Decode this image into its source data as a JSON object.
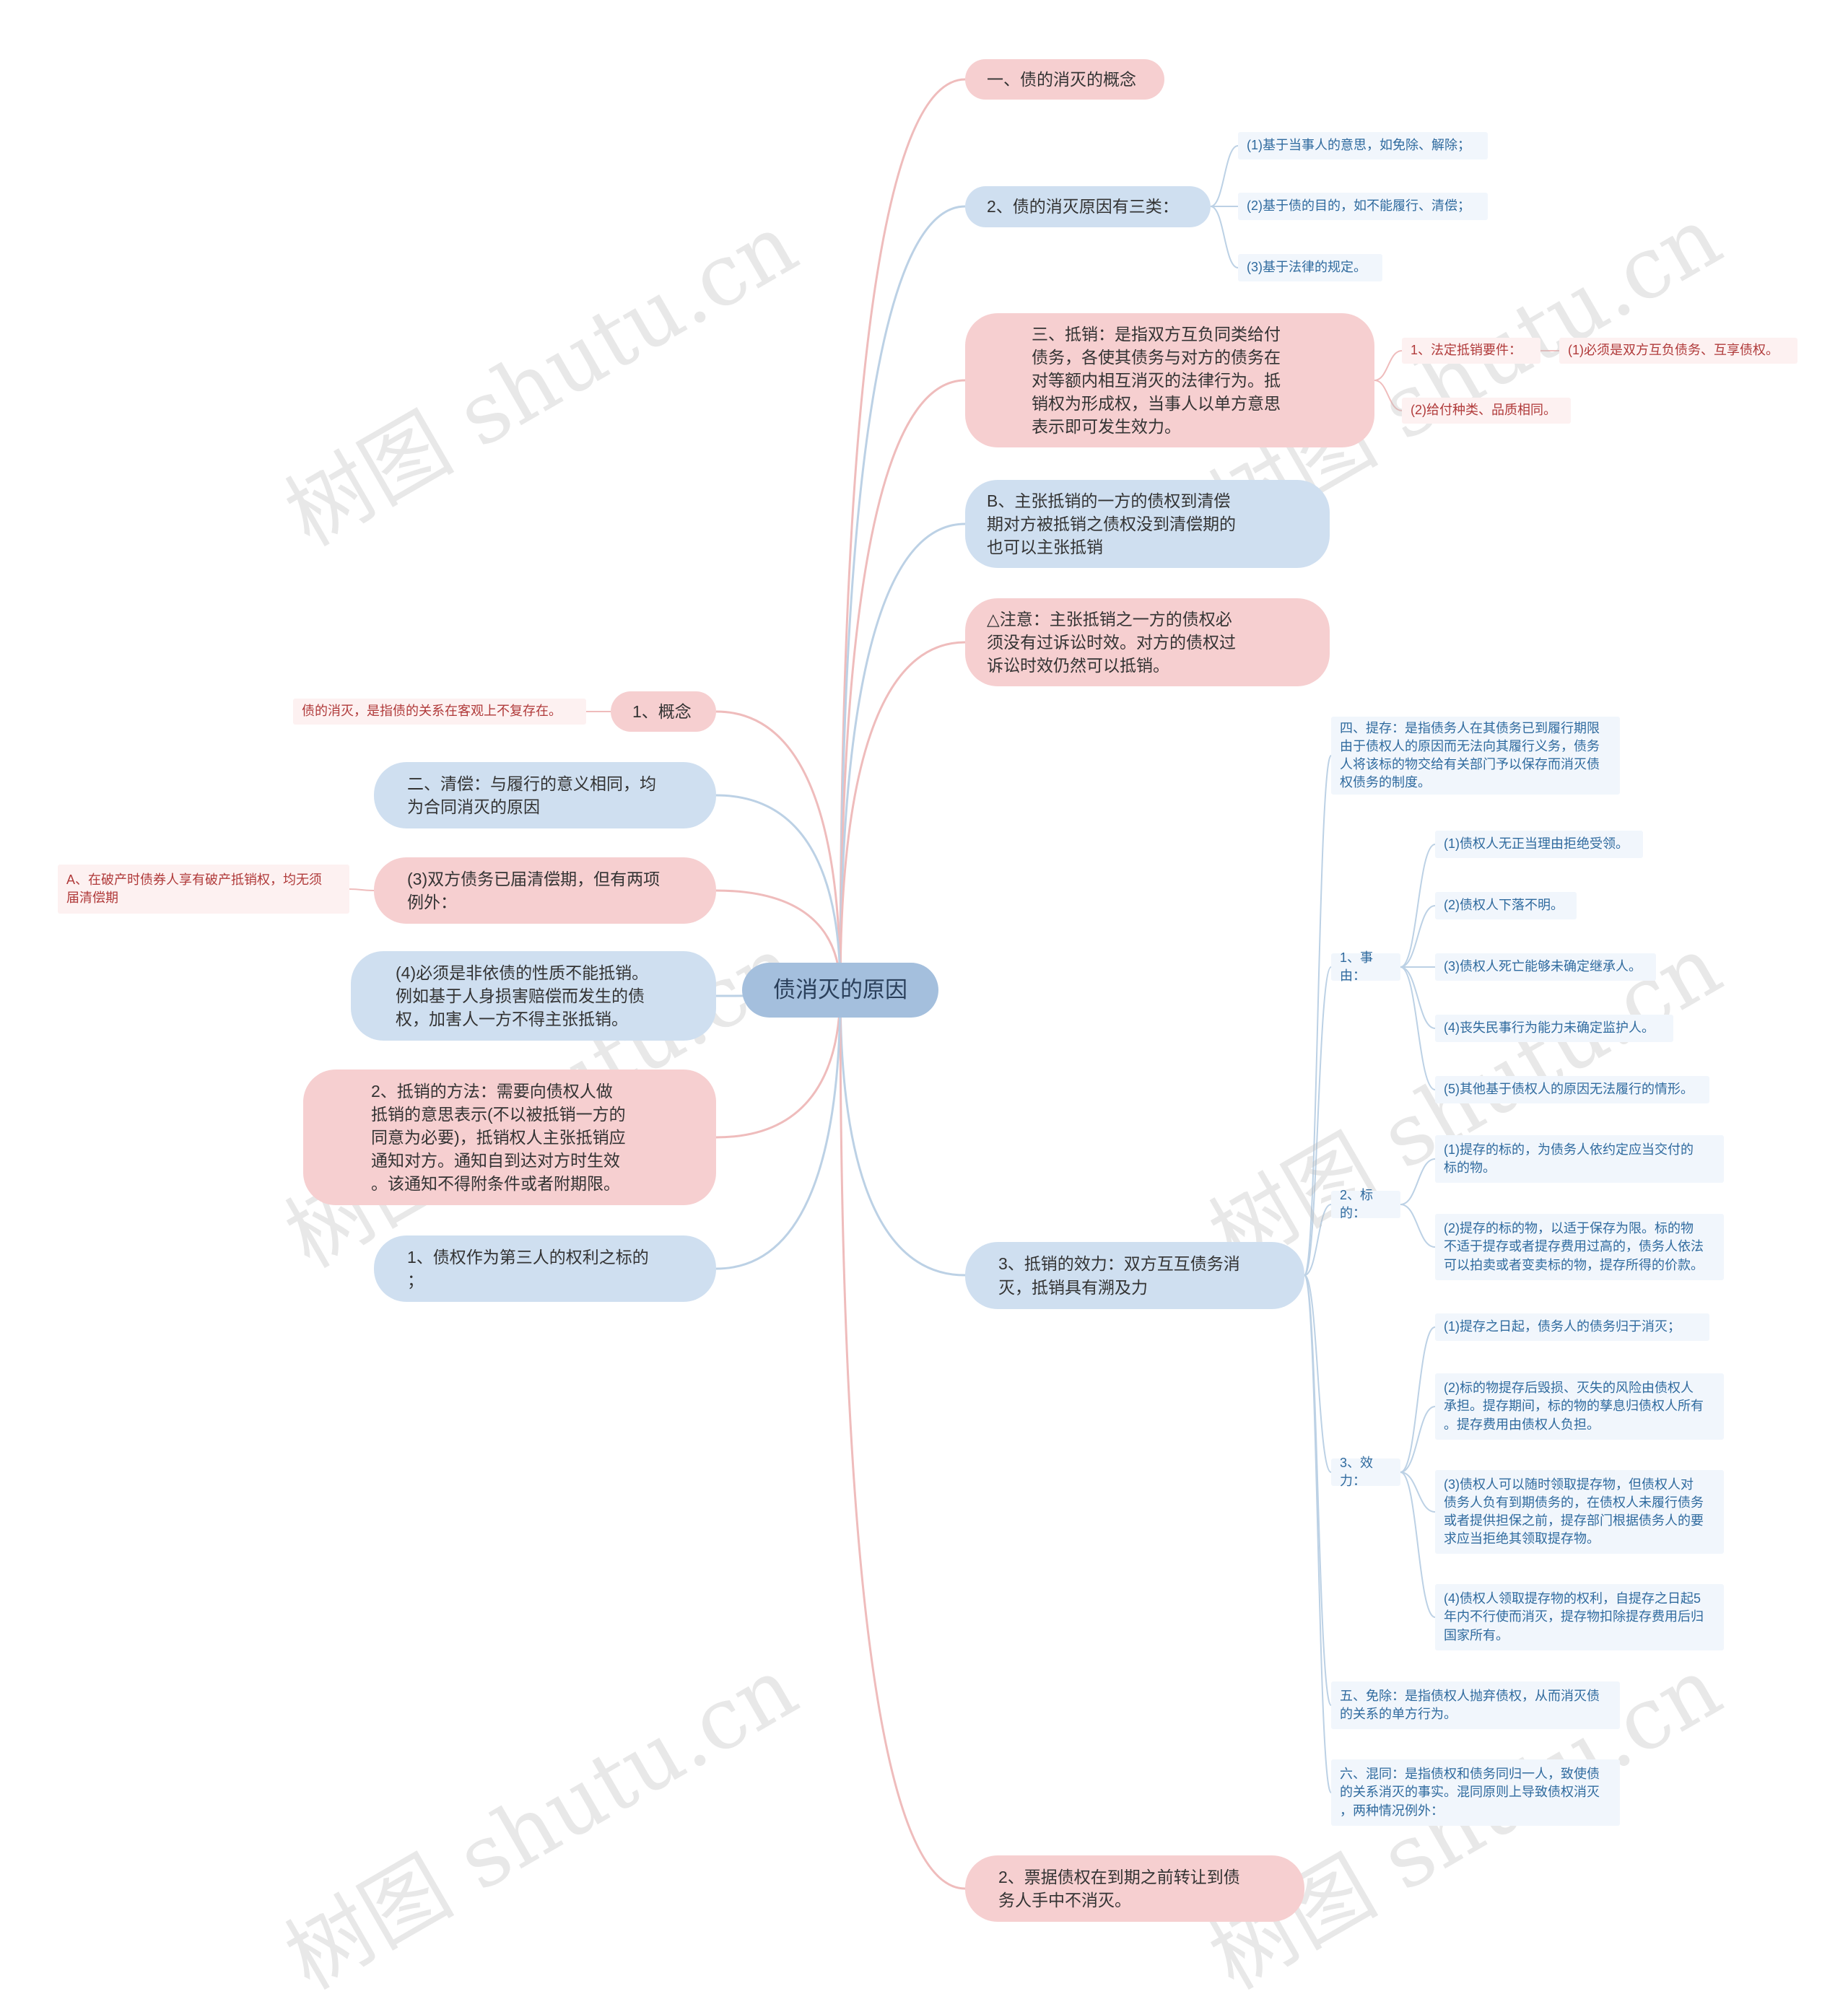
{
  "root": "债消灭的原因",
  "right": {
    "concept": "一、债的消灭的概念",
    "three_types": "2、债的消灭原因有三类：",
    "three_types_items": [
      "(1)基于当事人的意思，如免除、解除；",
      "(2)基于债的目的，如不能履行、清偿；",
      "(3)基于法律的规定。"
    ],
    "offset": "三、抵销：是指双方互负同类给付\n债务，各使其债务与对方的债务在\n对等额内相互消灭的法律行为。抵\n销权为形成权，当事人以单方意思\n表示即可发生效力。",
    "offset_req": "1、法定抵销要件：",
    "offset_req_1": "(1)必须是双方互负债务、互享债权。",
    "offset_req_2": "(2)给付种类、品质相同。",
    "b_claim": "B、主张抵销的一方的债权到清偿\n期对方被抵销之债权没到清偿期的\n也可以主张抵销",
    "note": "△注意：主张抵销之一方的债权必\n须没有过诉讼时效。对方的债权过\n诉讼时效仍然可以抵销。",
    "effect": "3、抵销的效力：双方互互债务消\n灭，抵销具有溯及力",
    "deposit": "四、提存：是指债务人在其债务已到履行期限\n由于债权人的原因而无法向其履行义务，债务\n人将该标的物交给有关部门予以保存而消灭债\n权债务的制度。",
    "reason": "1、事由：",
    "reason_items": [
      "(1)债权人无正当理由拒绝受领。",
      "(2)债权人下落不明。",
      "(3)债权人死亡能够未确定继承人。",
      "(4)丧失民事行为能力未确定监护人。",
      "(5)其他基于债权人的原因无法履行的情形。"
    ],
    "subject": "2、标的：",
    "subject_items": [
      "(1)提存的标的，为债务人依约定应当交付的\n标的物。",
      "(2)提存的标的物，以适于保存为限。标的物\n不适于提存或者提存费用过高的，债务人依法\n可以拍卖或者变卖标的物，提存所得的价款。"
    ],
    "effect2": "3、效力：",
    "effect2_items": [
      "(1)提存之日起，债务人的债务归于消灭；",
      "(2)标的物提存后毁损、灭失的风险由债权人\n承担。提存期间，标的物的孳息归债权人所有\n。提存费用由债权人负担。",
      "(3)债权人可以随时领取提存物，但债权人对\n债务人负有到期债务的，在债权人未履行债务\n或者提供担保之前，提存部门根据债务人的要\n求应当拒绝其领取提存物。",
      "(4)债权人领取提存物的权利，自提存之日起5\n年内不行使而消灭，提存物扣除提存费用后归\n国家所有。"
    ],
    "waiver": "五、免除：是指债权人抛弃债权，从而消灭债\n的关系的单方行为。",
    "merger": "六、混同：是指债权和债务同归一人，致使债\n的关系消灭的事实。混同原则上导致债权消灭\n，两种情况例外：",
    "bill": "2、票据债权在到期之前转让到债\n务人手中不消灭。"
  },
  "left": {
    "concept": "1、概念",
    "concept_def": "债的消灭，是指债的关系在客观上不复存在。",
    "payment": "二、清偿：与履行的意义相同，均\n为合同消灭的原因",
    "due": "(3)双方债务已届清偿期，但有两项\n例外：",
    "due_exception": "A、在破产时债券人享有破产抵销权，均无须\n届清偿期",
    "non_tort": "(4)必须是非依债的性质不能抵销。\n例如基于人身损害赔偿而发生的债\n权，加害人一方不得主张抵销。",
    "method": "2、抵销的方法：需要向债权人做\n抵销的意思表示(不以被抵销一方的\n同意为必要)，抵销权人主张抵销应\n通知对方。通知自到达对方时生效\n。该通知不得附条件或者附期限。",
    "third_party": "1、债权作为第三人的权利之标的\n；"
  },
  "watermark": "树图 shutu.cn",
  "colors": {
    "pink_line": "#efbcbc",
    "blue_line": "#bcd1e5",
    "root": "#a4bfdd"
  }
}
